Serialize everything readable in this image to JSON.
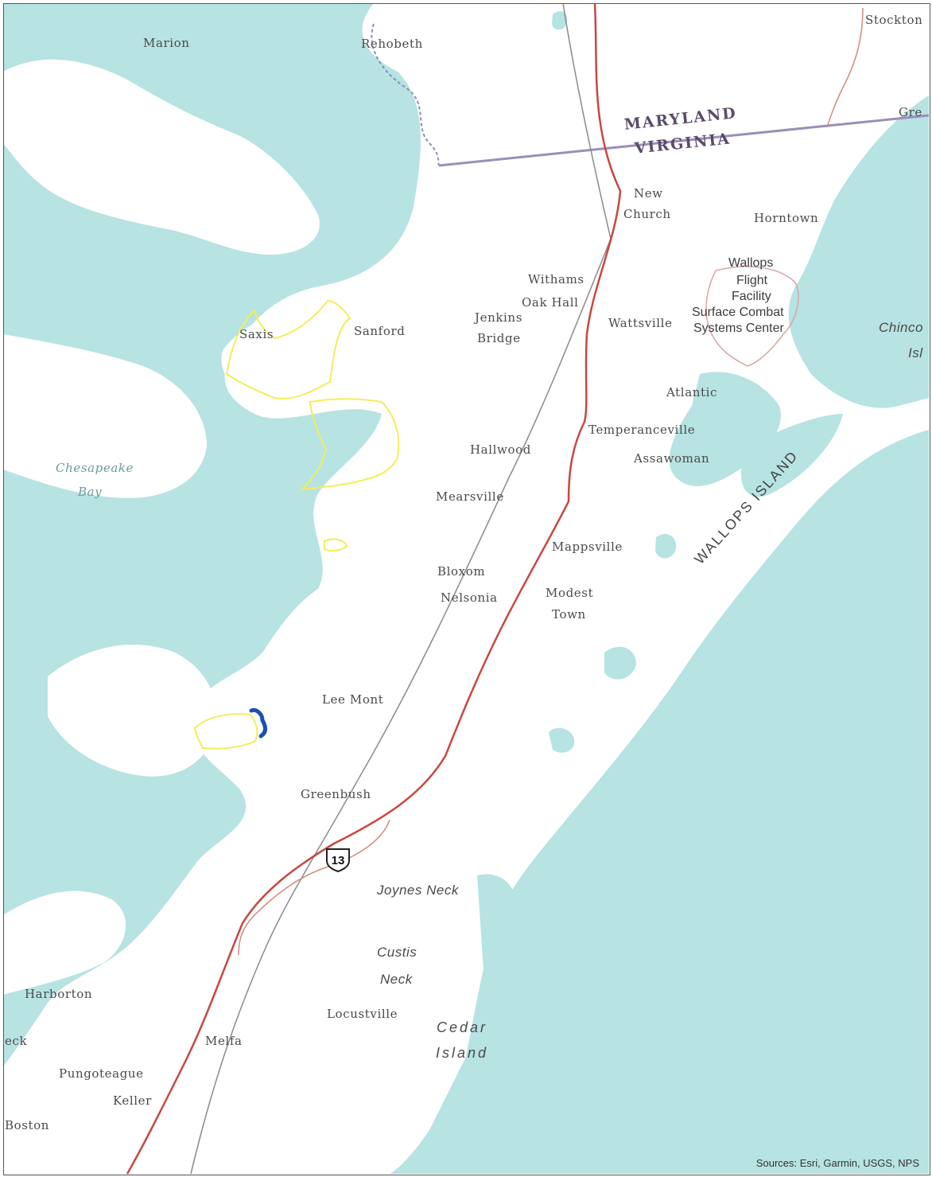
{
  "colors": {
    "water": "#b7e3e2",
    "land": "#ffffff",
    "state_border": "#9a8fb8",
    "highway": "#c8473f",
    "railroad": "#8a8a8a",
    "county_road": "#d28a7c",
    "yellow_boundary": "#f2ee5a",
    "blue_feature": "#1a4fb5"
  },
  "places": {
    "marion": "Marion",
    "rehobeth": "Rehobeth",
    "stockton": "Stockton",
    "gre": "Gre",
    "new": "New",
    "church": "Church",
    "horntown": "Horntown",
    "wallops_flight_1": "Wallops",
    "wallops_flight_2": "Flight",
    "wallops_flight_3": "Facility",
    "surface_combat_1": "Surface Combat",
    "surface_combat_2": "Systems Center",
    "chinco": "Chinco",
    "isl": "Isl",
    "withams": "Withams",
    "oak_hall": "Oak Hall",
    "jenkins": "Jenkins",
    "bridge": "Bridge",
    "wattsville": "Wattsville",
    "saxis": "Saxis",
    "sanford": "Sanford",
    "atlantic": "Atlantic",
    "temperanceville": "Temperanceville",
    "assawoman": "Assawoman",
    "hallwood": "Hallwood",
    "mearsville": "Mearsville",
    "mappsville": "Mappsville",
    "bloxom": "Bloxom",
    "nelsonia": "Nelsonia",
    "modest": "Modest",
    "town": "Town",
    "lee_mont": "Lee Mont",
    "greenbush": "Greenbush",
    "joynes_neck": "Joynes Neck",
    "custis": "Custis",
    "neck": "Neck",
    "locustville": "Locustville",
    "cedar": "Cedar",
    "island": "Island",
    "harborton": "Harborton",
    "eck": "eck",
    "melfa": "Melfa",
    "pungoteague": "Pungoteague",
    "keller": "Keller",
    "boston": "Boston"
  },
  "water_labels": {
    "chesapeake": "Chesapeake",
    "bay": "Bay"
  },
  "states": {
    "maryland": "MARYLAND",
    "virginia": "VIRGINIA"
  },
  "islands": {
    "wallops_island": "WALLOPS ISLAND"
  },
  "route_shield": "13",
  "attribution": "Sources: Esri, Garmin, USGS, NPS"
}
